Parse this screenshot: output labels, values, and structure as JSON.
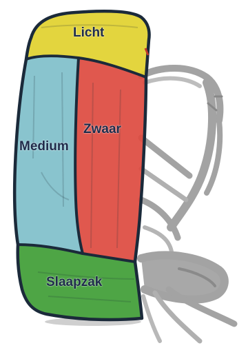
{
  "zones": {
    "top": {
      "label": "Licht",
      "color": "#e1d12e"
    },
    "left": {
      "label": "Medium",
      "color": "#7fbfca"
    },
    "right": {
      "label": "Zwaar",
      "color": "#dd4a3f"
    },
    "bottom": {
      "label": "Slaapzak",
      "color": "#3f9d35"
    }
  },
  "colors": {
    "outline": "#1b2a3a",
    "harness": "#9e9e9e"
  }
}
